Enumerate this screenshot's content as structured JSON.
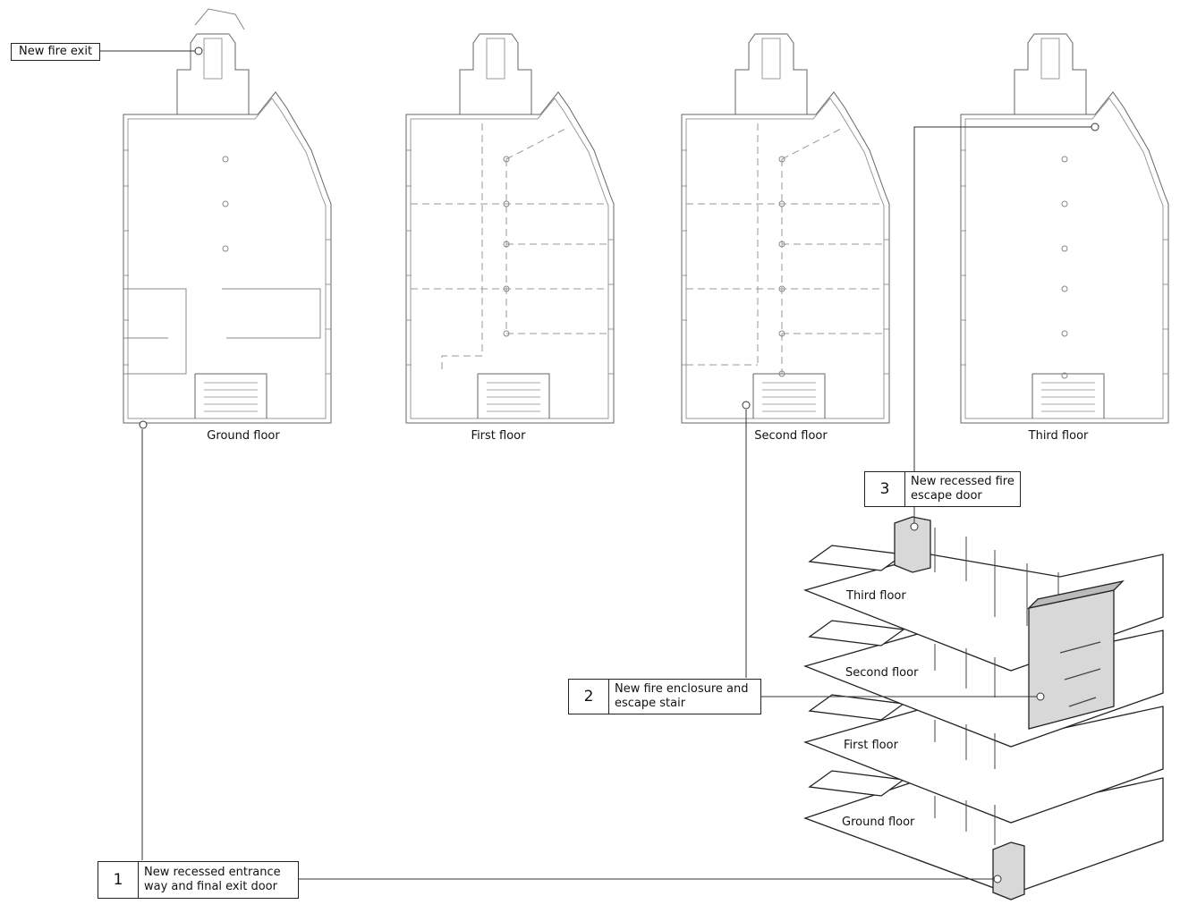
{
  "plans": {
    "ground": "Ground floor",
    "first": "First floor",
    "second": "Second floor",
    "third": "Third floor"
  },
  "tag": {
    "fire_exit": "New fire exit"
  },
  "callouts": [
    {
      "num": "1",
      "line1": "New recessed entrance",
      "line2": "way and final exit door"
    },
    {
      "num": "2",
      "line1": "New fire enclosure and",
      "line2": "escape stair"
    },
    {
      "num": "3",
      "line1": "New recessed fire",
      "line2": "escape door"
    }
  ],
  "iso": {
    "third": "Third floor",
    "second": "Second floor",
    "first": "First floor",
    "ground": "Ground floor"
  }
}
